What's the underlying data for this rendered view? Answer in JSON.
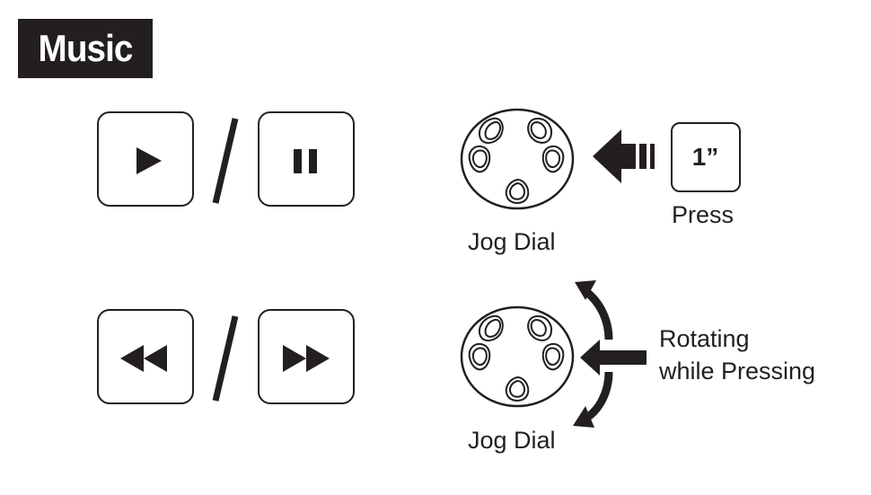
{
  "header": {
    "title": "Music"
  },
  "row_play": {
    "left_button_icon": "play-icon",
    "right_button_icon": "pause-icon",
    "separator": "/",
    "dial_label": "Jog Dial",
    "key_label": "1”",
    "key_caption": "Press"
  },
  "row_seek": {
    "left_button_icon": "rewind-icon",
    "right_button_icon": "fast-forward-icon",
    "separator": "/",
    "dial_label": "Jog Dial",
    "instruction_line1": "Rotating",
    "instruction_line2": "while Pressing"
  },
  "colors": {
    "ink": "#231f20",
    "title_background": "#231f20",
    "title_text": "#ffffff"
  }
}
